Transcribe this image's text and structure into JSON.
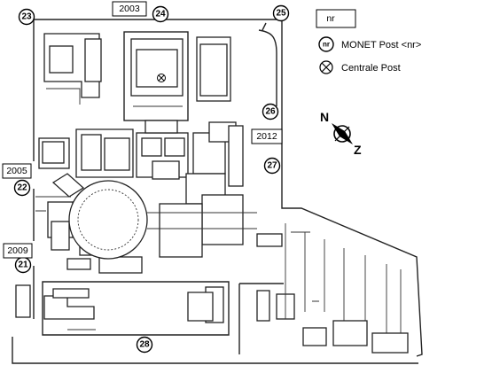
{
  "legend": {
    "key_box_label": "nr",
    "marker_symbol": "nr",
    "monet_post": "MONET Post <nr>",
    "centrale_post": "Centrale Post"
  },
  "compass": {
    "north": "N",
    "south": "Z"
  },
  "posts": [
    {
      "id": "23",
      "label": "23"
    },
    {
      "id": "24",
      "label": "24"
    },
    {
      "id": "25",
      "label": "25"
    },
    {
      "id": "26",
      "label": "26"
    },
    {
      "id": "27",
      "label": "27"
    },
    {
      "id": "22",
      "label": "22"
    },
    {
      "id": "21",
      "label": "21"
    },
    {
      "id": "28",
      "label": "28"
    }
  ],
  "year_labels": [
    {
      "id": "2003",
      "label": "2003"
    },
    {
      "id": "2012",
      "label": "2012"
    },
    {
      "id": "2005",
      "label": "2005"
    },
    {
      "id": "2009",
      "label": "2009"
    }
  ]
}
